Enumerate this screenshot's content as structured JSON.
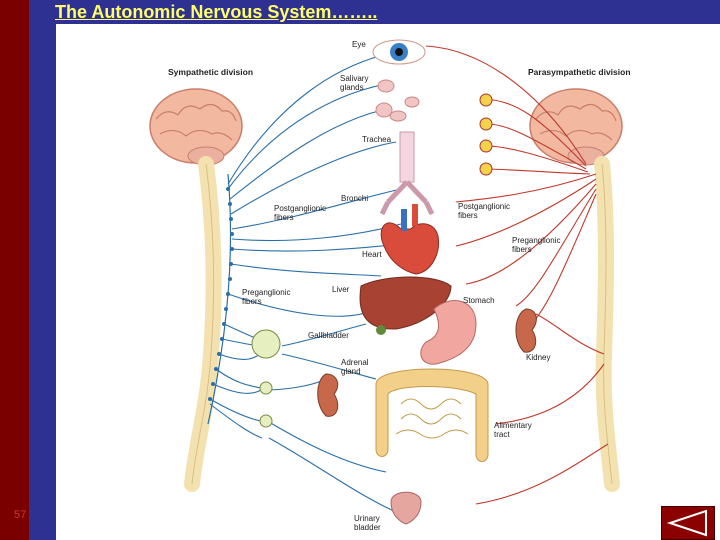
{
  "slide": {
    "title": "The Autonomic Nervous System……..",
    "number": "57"
  },
  "diagram": {
    "labels": {
      "sympathetic": "Sympathetic division",
      "parasympathetic": "Parasympathetic division",
      "eye": "Eye",
      "salivary": "Salivary glands",
      "trachea": "Trachea",
      "bronchi": "Bronchi",
      "postganglionic_left": "Postganglionic fibers",
      "postganglionic_right": "Postganglionic fibers",
      "heart": "Heart",
      "preganglionic_right": "Preganglionic fibers",
      "liver": "Liver",
      "preganglionic_left": "Preganglionic fibers",
      "stomach": "Stomach",
      "gallbladder": "Gallbladder",
      "adrenal": "Adrenal gland",
      "kidney": "Kidney",
      "alimentary": "Alimentary tract",
      "urinary": "Urinary bladder"
    }
  },
  "colors": {
    "background": "#2e3192",
    "left_bar": "#7a0000",
    "title": "#ffff66",
    "sympathetic_nerve": "#2a6fa8",
    "parasympathetic_nerve": "#c0392b",
    "brain": "#f2b8a0",
    "spine": "#f3e1b0"
  },
  "icons": {
    "nav": "back-triangle-icon"
  }
}
